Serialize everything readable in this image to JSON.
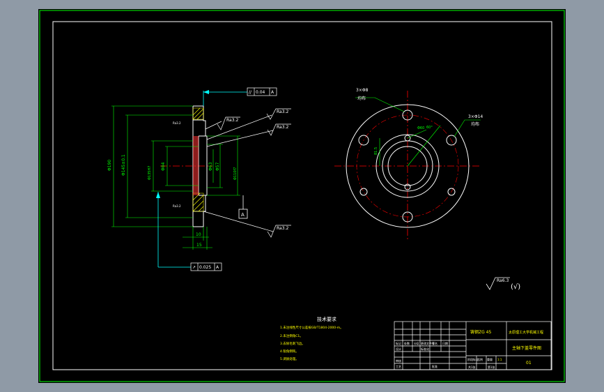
{
  "colors": {
    "outer_bg": "#8f9aa6",
    "sheet_bg": "#000000",
    "frame": "#00ff00",
    "geometry": "#ffffff",
    "dimension": "#00ff00",
    "centerline": "#ff0000",
    "hatch": "#ffff00",
    "section_fill": "#ff3333",
    "text_yellow": "#ffff00",
    "text_cyan": "#00ffff"
  },
  "section_view": {
    "datum_a": "A",
    "tolerance_top": {
      "symbol": "//",
      "value": "0.04",
      "datum": "A"
    },
    "tolerance_bottom": {
      "symbol": "↗",
      "value": "0.025",
      "datum": "A"
    },
    "roughness_1": "Ra3.2",
    "roughness_2": "Ra3.2",
    "roughness_3": "Ra3.2",
    "roughness_4": "Ra3.2",
    "roughness_small_1": "Ra3.2",
    "roughness_small_2": "Ra3.2",
    "dim_d1": "Φ190",
    "dim_d2": "Φ145±0.1",
    "dim_d3": "Φ135H7",
    "dim_d4": "Φ84",
    "dim_d5": "Φ63",
    "dim_d6": "Φ57",
    "dim_d7": "Φ110f7",
    "dim_w1": "10",
    "dim_w2": "15"
  },
  "front_view": {
    "hole_label_1": "3×Φ8",
    "hole_label_1b": "均布",
    "hole_label_2": "3×Φ14",
    "hole_label_2b": "均布",
    "dim_r": "Φ60",
    "dim_angle": "60°",
    "dim_half": "81.5"
  },
  "general_roughness": {
    "value": "Ra6.3",
    "suffix": "(√)"
  },
  "notes": {
    "title": "技术要求",
    "items": [
      "1.未注线性尺寸公差按GB/T1804-2000-m。",
      "2.未注倒角C1。",
      "3.去除毛刺飞边。",
      "4.锐角倒钝。",
      "5.调质处理。"
    ]
  },
  "title_block": {
    "material": "铸钢ZG 45",
    "school": "太原理工大学机械工程",
    "part_name": "主轴下盖零件图",
    "drawing_no": "01",
    "scale": "1:1",
    "sheet": "第1张",
    "sheets_total": "共1张",
    "row_labels": [
      "标记",
      "处数",
      "分区",
      "更改文件号",
      "签名",
      "日期"
    ],
    "role_labels": [
      "设计",
      "审核",
      "工艺",
      "批准"
    ],
    "std_label": "标准化",
    "stage_label": "阶段标记",
    "weight_label": "重量",
    "ratio_label": "比例"
  }
}
